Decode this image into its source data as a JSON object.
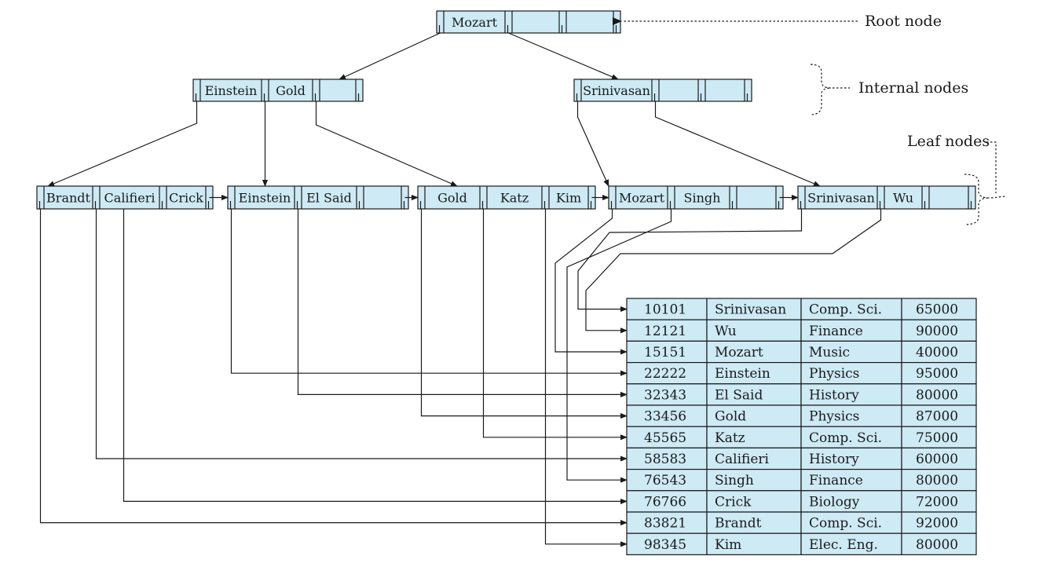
{
  "labels": {
    "root": "Root node",
    "internal": "Internal nodes",
    "leaf": "Leaf nodes"
  },
  "colors": {
    "node_fill": "#cdeaf5",
    "line": "#1a1a1a"
  },
  "nodes": {
    "root": {
      "keys": [
        "Mozart",
        "",
        ""
      ]
    },
    "internal1": {
      "keys": [
        "Einstein",
        "Gold",
        ""
      ]
    },
    "internal2": {
      "keys": [
        "Srinivasan",
        "",
        ""
      ]
    },
    "leaf1": {
      "keys": [
        "Brandt",
        "Califieri",
        "Crick"
      ]
    },
    "leaf2": {
      "keys": [
        "Einstein",
        "El Said",
        ""
      ]
    },
    "leaf3": {
      "keys": [
        "Gold",
        "Katz",
        "Kim"
      ]
    },
    "leaf4": {
      "keys": [
        "Mozart",
        "Singh",
        ""
      ]
    },
    "leaf5": {
      "keys": [
        "Srinivasan",
        "Wu",
        ""
      ]
    }
  },
  "records": [
    [
      "10101",
      "Srinivasan",
      "Comp. Sci.",
      "65000"
    ],
    [
      "12121",
      "Wu",
      "Finance",
      "90000"
    ],
    [
      "15151",
      "Mozart",
      "Music",
      "40000"
    ],
    [
      "22222",
      "Einstein",
      "Physics",
      "95000"
    ],
    [
      "32343",
      "El Said",
      "History",
      "80000"
    ],
    [
      "33456",
      "Gold",
      "Physics",
      "87000"
    ],
    [
      "45565",
      "Katz",
      "Comp. Sci.",
      "75000"
    ],
    [
      "58583",
      "Califieri",
      "History",
      "60000"
    ],
    [
      "76543",
      "Singh",
      "Finance",
      "80000"
    ],
    [
      "76766",
      "Crick",
      "Biology",
      "72000"
    ],
    [
      "83821",
      "Brandt",
      "Comp. Sci.",
      "92000"
    ],
    [
      "98345",
      "Kim",
      "Elec. Eng.",
      "80000"
    ]
  ]
}
